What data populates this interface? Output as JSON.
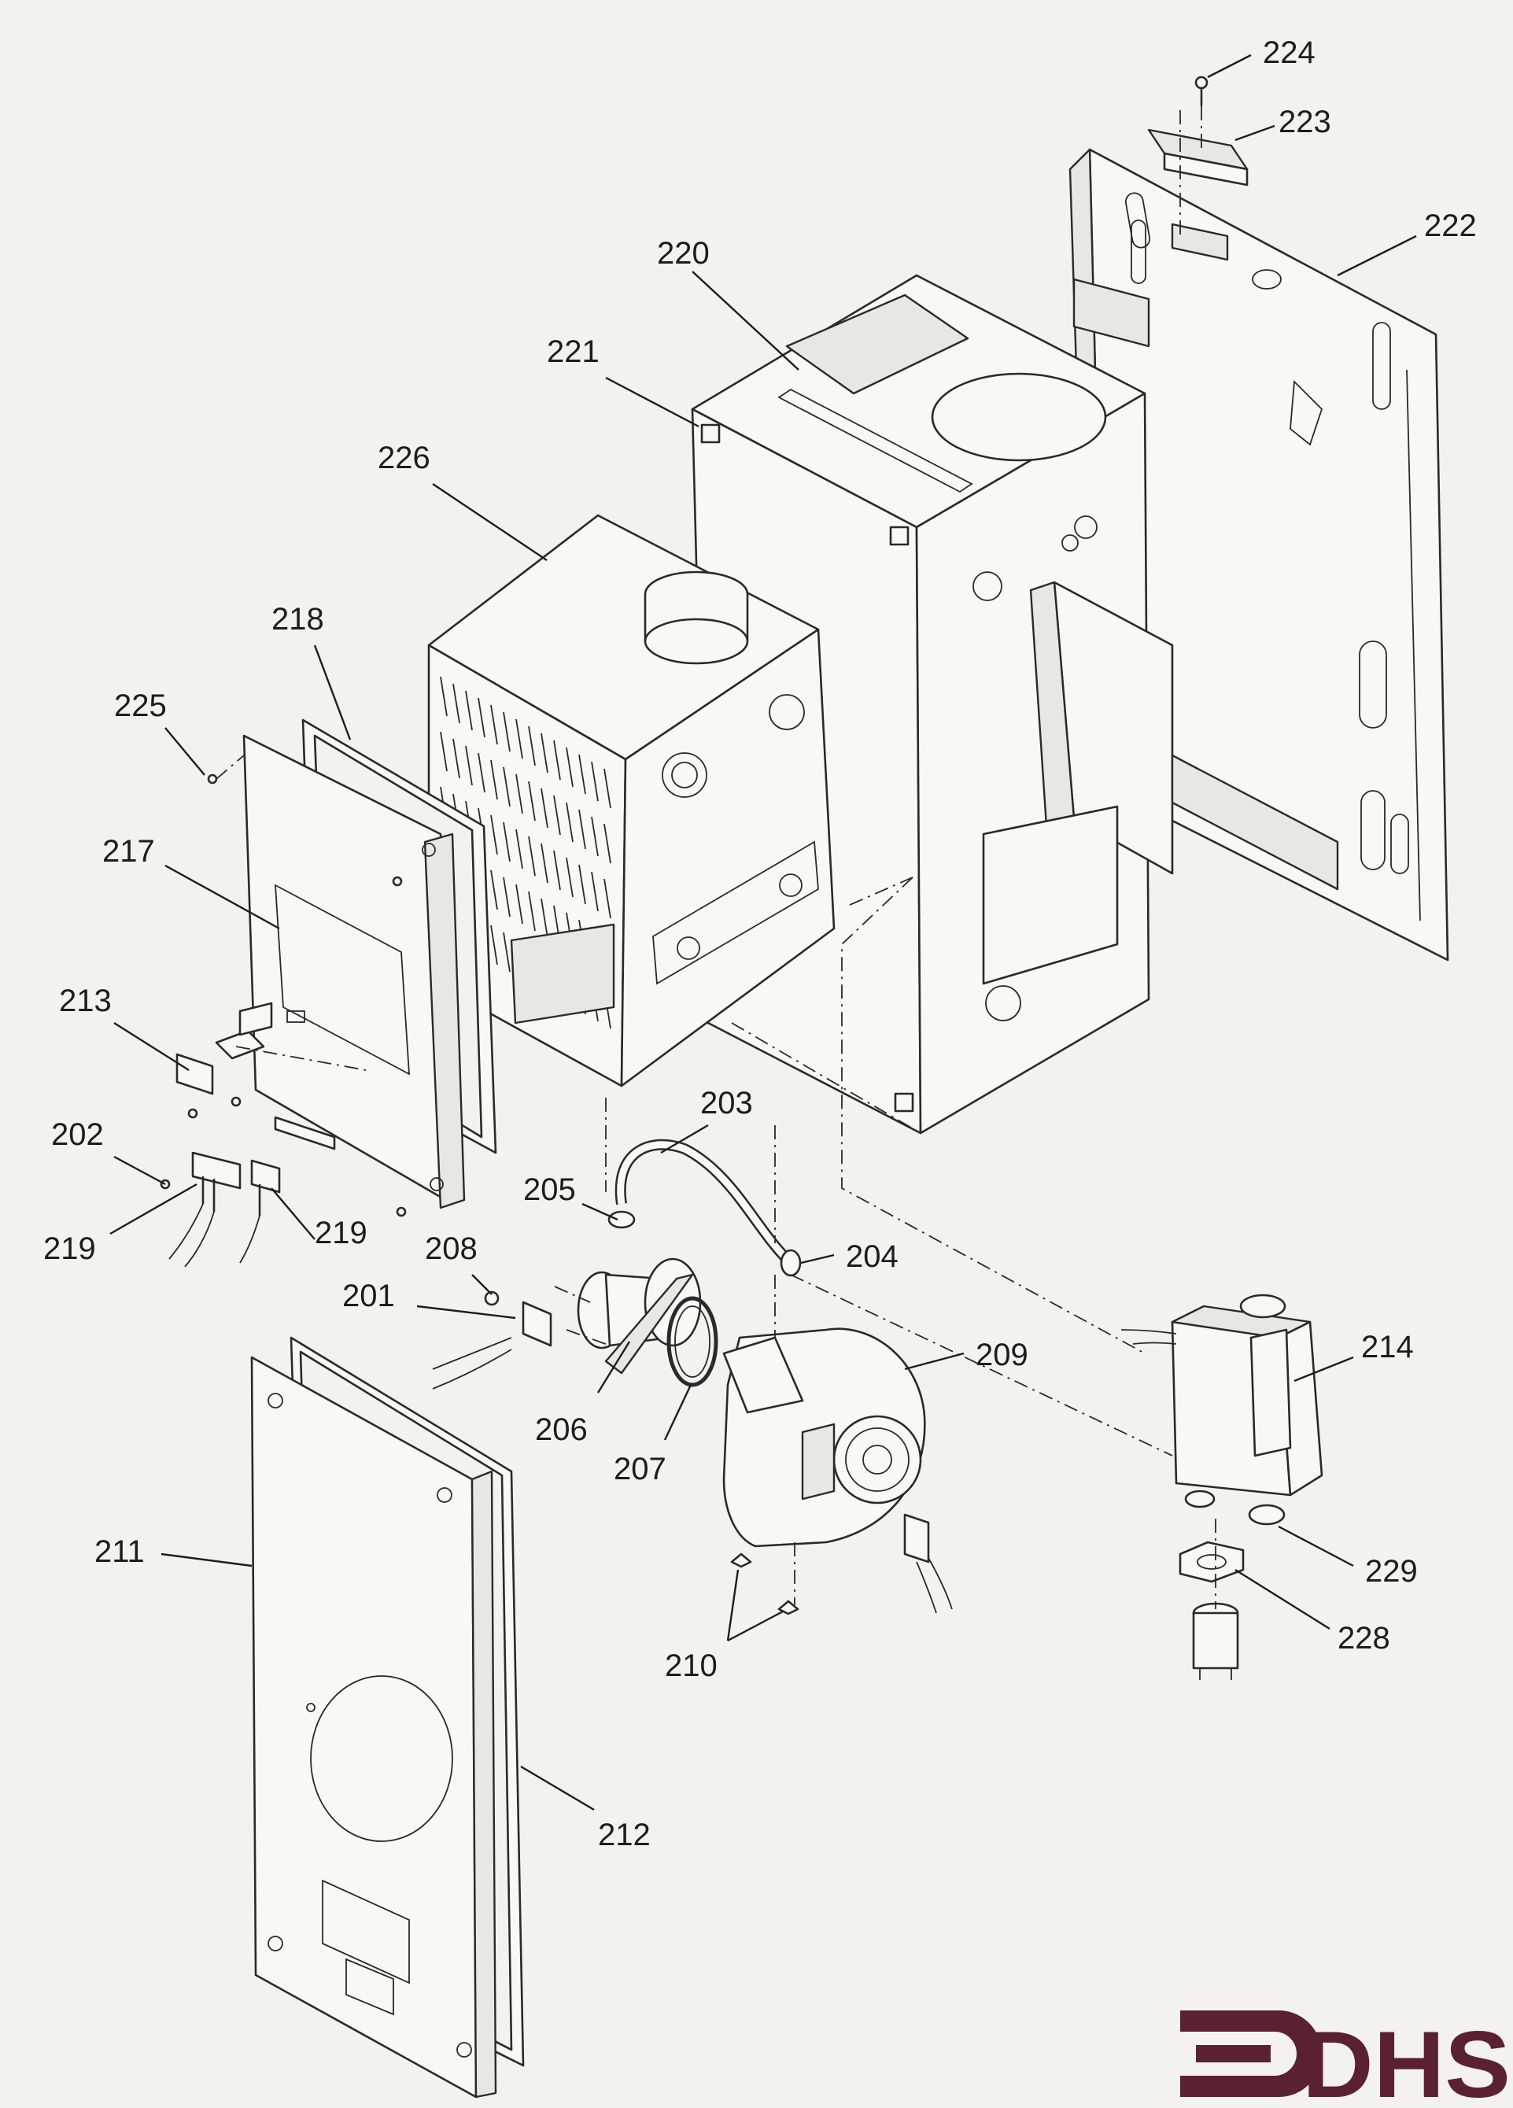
{
  "parts": [
    {
      "id": "201",
      "label": "201"
    },
    {
      "id": "202",
      "label": "202"
    },
    {
      "id": "203",
      "label": "203"
    },
    {
      "id": "204",
      "label": "204"
    },
    {
      "id": "205",
      "label": "205"
    },
    {
      "id": "206",
      "label": "206"
    },
    {
      "id": "207",
      "label": "207"
    },
    {
      "id": "208",
      "label": "208"
    },
    {
      "id": "209",
      "label": "209"
    },
    {
      "id": "210",
      "label": "210"
    },
    {
      "id": "211",
      "label": "211"
    },
    {
      "id": "212",
      "label": "212"
    },
    {
      "id": "213",
      "label": "213"
    },
    {
      "id": "214",
      "label": "214"
    },
    {
      "id": "217",
      "label": "217"
    },
    {
      "id": "218",
      "label": "218"
    },
    {
      "id": "219a",
      "label": "219"
    },
    {
      "id": "219b",
      "label": "219"
    },
    {
      "id": "220",
      "label": "220"
    },
    {
      "id": "221",
      "label": "221"
    },
    {
      "id": "222",
      "label": "222"
    },
    {
      "id": "223",
      "label": "223"
    },
    {
      "id": "224",
      "label": "224"
    },
    {
      "id": "225",
      "label": "225"
    },
    {
      "id": "226",
      "label": "226"
    },
    {
      "id": "228",
      "label": "228"
    },
    {
      "id": "229",
      "label": "229"
    }
  ],
  "logo": {
    "text": "DHS",
    "color": "#5a2230"
  }
}
